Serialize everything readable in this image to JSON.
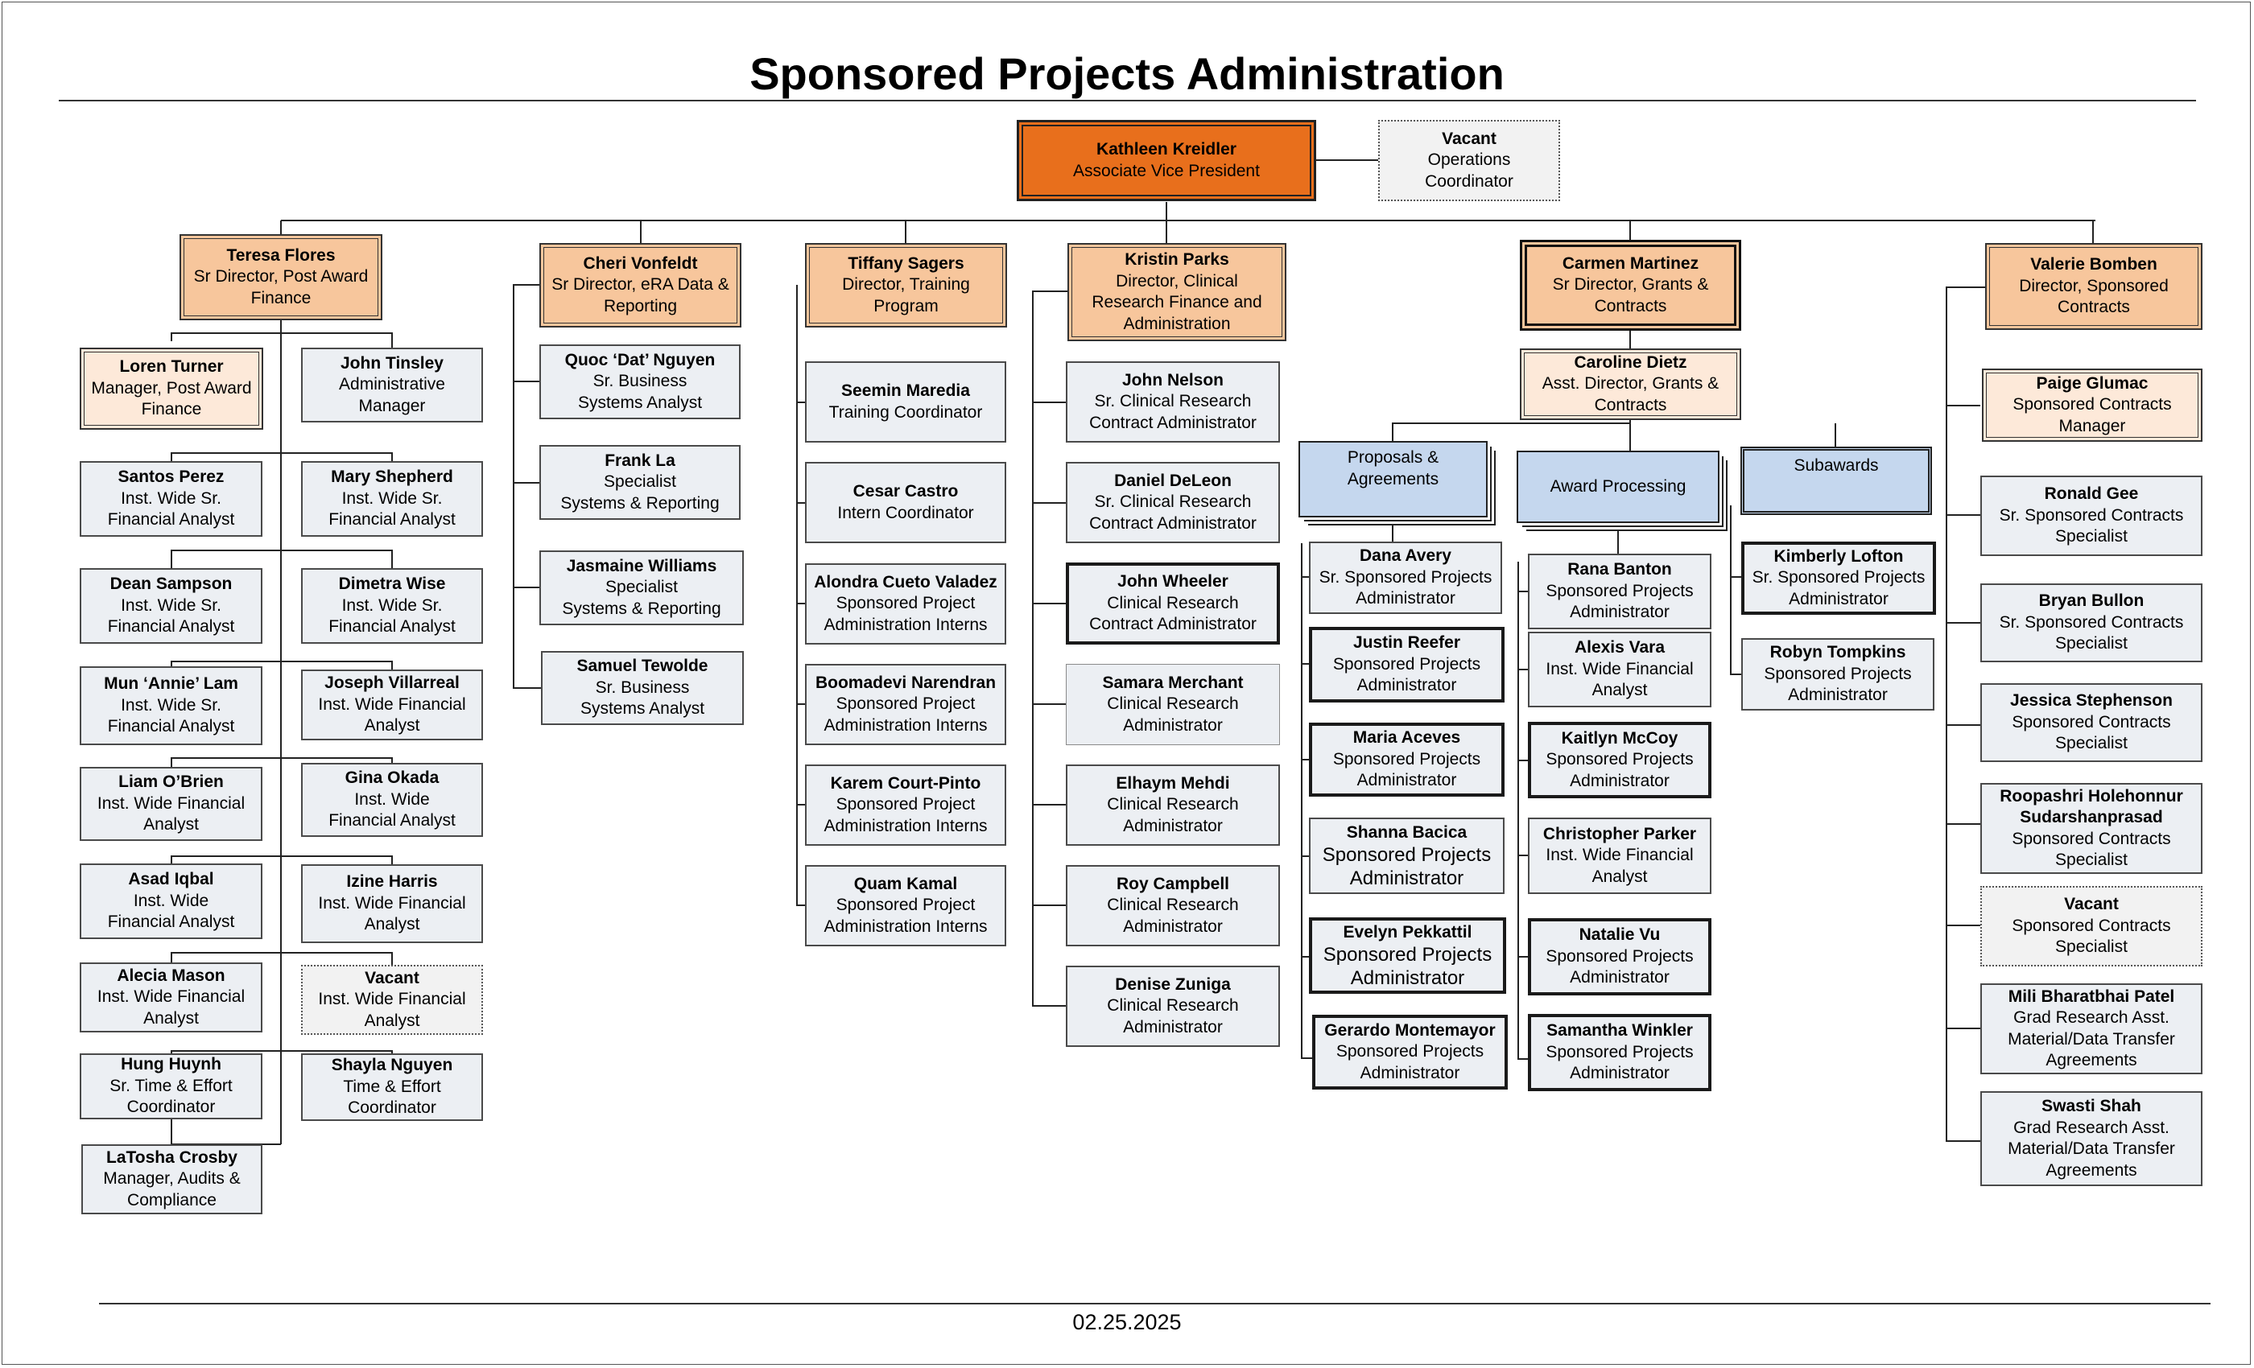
{
  "title": "Sponsored Projects Administration",
  "footer_date": "02.25.2025",
  "colors": {
    "executive": "#e86f1c",
    "director": "#f7c69c",
    "manager": "#fde9d9",
    "staff": "#eceff3",
    "group": "#c5d7ee",
    "vacant": "#f2f2f2"
  },
  "executive": {
    "name": "Kathleen Kreidler",
    "title": "Associate Vice President"
  },
  "operations": {
    "name": "Vacant",
    "title": "Operations\nCoordinator"
  },
  "post_award": {
    "director": {
      "name": "Teresa Flores",
      "title": "Sr Director, Post Award\nFinance"
    },
    "manager": {
      "name": "Loren Turner",
      "title": "Manager, Post Award\nFinance"
    },
    "admin": {
      "name": "John Tinsley",
      "title": "Administrative\nManager"
    },
    "left": [
      {
        "name": "Santos Perez",
        "title": "Inst. Wide Sr.\nFinancial Analyst"
      },
      {
        "name": "Dean Sampson",
        "title": "Inst. Wide Sr.\nFinancial Analyst"
      },
      {
        "name": "Mun ‘Annie’ Lam",
        "title": "Inst. Wide Sr.\nFinancial Analyst"
      },
      {
        "name": "Liam O’Brien",
        "title": "Inst. Wide Financial\nAnalyst"
      },
      {
        "name": "Asad Iqbal",
        "title": "Inst. Wide\nFinancial Analyst"
      },
      {
        "name": "Alecia Mason",
        "title": "Inst. Wide Financial\nAnalyst"
      },
      {
        "name": "Hung Huynh",
        "title": "Sr. Time & Effort\nCoordinator"
      },
      {
        "name": "LaTosha Crosby",
        "title": "Manager, Audits &\nCompliance"
      }
    ],
    "right": [
      {
        "name": "Mary Shepherd",
        "title": "Inst. Wide Sr.\nFinancial Analyst"
      },
      {
        "name": "Dimetra Wise",
        "title": "Inst. Wide Sr.\nFinancial Analyst"
      },
      {
        "name": "Joseph Villarreal",
        "title": "Inst. Wide Financial\nAnalyst"
      },
      {
        "name": "Gina Okada",
        "title": "Inst. Wide\nFinancial Analyst"
      },
      {
        "name": "Izine Harris",
        "title": "Inst. Wide Financial\nAnalyst"
      },
      {
        "name": "Vacant",
        "title": "Inst. Wide Financial\nAnalyst"
      },
      {
        "name": "Shayla Nguyen",
        "title": "Time & Effort\nCoordinator"
      }
    ]
  },
  "era": {
    "director": {
      "name": "Cheri Vonfeldt",
      "title": "Sr Director, eRA Data &\nReporting"
    },
    "staff": [
      {
        "name": "Quoc ‘Dat’ Nguyen",
        "title": "Sr. Business\nSystems Analyst"
      },
      {
        "name": "Frank La",
        "title": "Specialist\nSystems & Reporting"
      },
      {
        "name": "Jasmaine Williams",
        "title": "Specialist\nSystems & Reporting"
      },
      {
        "name": "Samuel Tewolde",
        "title": "Sr. Business\nSystems Analyst"
      }
    ]
  },
  "training": {
    "director": {
      "name": "Tiffany Sagers",
      "title": "Director, Training\nProgram"
    },
    "staff": [
      {
        "name": "Seemin Maredia",
        "title": "Training Coordinator"
      },
      {
        "name": "Cesar Castro",
        "title": "Intern Coordinator"
      },
      {
        "name": "Alondra Cueto Valadez",
        "title": "Sponsored Project\nAdministration Interns"
      },
      {
        "name": "Boomadevi Narendran",
        "title": "Sponsored Project\nAdministration Interns"
      },
      {
        "name": "Karem Court-Pinto",
        "title": "Sponsored Project\nAdministration Interns"
      },
      {
        "name": "Quam Kamal",
        "title": "Sponsored Project\nAdministration Interns"
      }
    ]
  },
  "clinical": {
    "director": {
      "name": "Kristin Parks",
      "title": "Director, Clinical\nResearch Finance and\nAdministration"
    },
    "staff": [
      {
        "name": "John Nelson",
        "title": "Sr. Clinical Research\nContract Administrator"
      },
      {
        "name": "Daniel DeLeon",
        "title": "Sr. Clinical Research\nContract Administrator"
      },
      {
        "name": "John Wheeler",
        "title": "Clinical Research\nContract Administrator"
      },
      {
        "name": "Samara Merchant",
        "title": "Clinical Research\nAdministrator"
      },
      {
        "name": "Elhaym Mehdi",
        "title": "Clinical Research\nAdministrator"
      },
      {
        "name": "Roy Campbell",
        "title": "Clinical Research\nAdministrator"
      },
      {
        "name": "Denise Zuniga",
        "title": "Clinical Research\nAdministrator"
      }
    ]
  },
  "grants": {
    "director": {
      "name": "Carmen Martinez",
      "title": "Sr Director, Grants &\nContracts"
    },
    "assistant": {
      "name": "Caroline Dietz",
      "title": "Asst. Director, Grants &\nContracts"
    },
    "proposals": {
      "label": "Proposals &\nAgreements",
      "staff": [
        {
          "name": "Dana Avery",
          "title": "Sr. Sponsored Projects\nAdministrator"
        },
        {
          "name": "Justin Reefer",
          "title": "Sponsored Projects\nAdministrator"
        },
        {
          "name": "Maria Aceves",
          "title": "Sponsored Projects\nAdministrator"
        },
        {
          "name": "Shanna Bacica",
          "title": "Sponsored Projects\nAdministrator"
        },
        {
          "name": "Evelyn Pekkattil",
          "title": "Sponsored Projects\nAdministrator"
        },
        {
          "name": "Gerardo Montemayor",
          "title": "Sponsored Projects\nAdministrator"
        }
      ]
    },
    "award": {
      "label": "Award Processing",
      "staff": [
        {
          "name": "Rana Banton",
          "title": "Sponsored Projects\nAdministrator"
        },
        {
          "name": "Alexis Vara",
          "title": "Inst. Wide Financial\nAnalyst"
        },
        {
          "name": "Kaitlyn McCoy",
          "title": "Sponsored Projects\nAdministrator"
        },
        {
          "name": "Christopher Parker",
          "title": "Inst. Wide Financial\nAnalyst"
        },
        {
          "name": "Natalie Vu",
          "title": "Sponsored Projects\nAdministrator"
        },
        {
          "name": "Samantha Winkler",
          "title": "Sponsored Projects\nAdministrator"
        }
      ]
    },
    "subawards": {
      "label": "Subawards",
      "staff": [
        {
          "name": "Kimberly Lofton",
          "title": "Sr. Sponsored Projects\nAdministrator"
        },
        {
          "name": "Robyn Tompkins",
          "title": "Sponsored Projects\nAdministrator"
        }
      ]
    }
  },
  "contracts": {
    "director": {
      "name": "Valerie Bomben",
      "title": "Director, Sponsored\nContracts"
    },
    "manager": {
      "name": "Paige Glumac",
      "title": "Sponsored Contracts\nManager"
    },
    "staff": [
      {
        "name": "Ronald Gee",
        "title": "Sr. Sponsored Contracts\nSpecialist"
      },
      {
        "name": "Bryan Bullon",
        "title": "Sr. Sponsored Contracts\nSpecialist"
      },
      {
        "name": "Jessica Stephenson",
        "title": "Sponsored Contracts\nSpecialist"
      },
      {
        "name": "Roopashri Holehonnur\nSudarshanprasad",
        "title": "Sponsored Contracts\nSpecialist"
      },
      {
        "name": "Vacant",
        "title": "Sponsored Contracts\nSpecialist"
      },
      {
        "name": "Mili Bharatbhai Patel",
        "title": "Grad Research Asst.\nMaterial/Data Transfer\nAgreements"
      },
      {
        "name": "Swasti Shah",
        "title": "Grad Research Asst.\nMaterial/Data Transfer\nAgreements"
      }
    ]
  }
}
